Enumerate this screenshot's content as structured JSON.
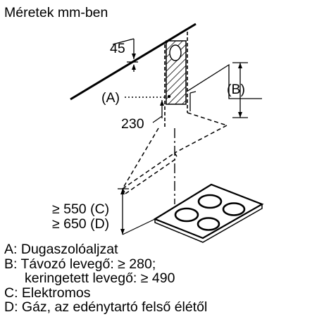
{
  "title": "Méretek mm-ben",
  "dimensions": {
    "dim_45": "45",
    "dim_230": "230",
    "label_a": "(A)",
    "label_b": "(B)",
    "height_c": "≥ 550 (C)",
    "height_d": "≥ 650 (D)"
  },
  "legend": {
    "a_key": "A:",
    "a_text": "Dugaszolóaljzat",
    "b_key": "B:",
    "b_text": "Távozó levegő: ≥ 280;",
    "b_text2": "keringetett levegő: ≥ 490",
    "c_key": "C:",
    "c_text": "Elektromos",
    "d_key": "D:",
    "d_text": "Gáz, az edénytartó felső élétől"
  }
}
